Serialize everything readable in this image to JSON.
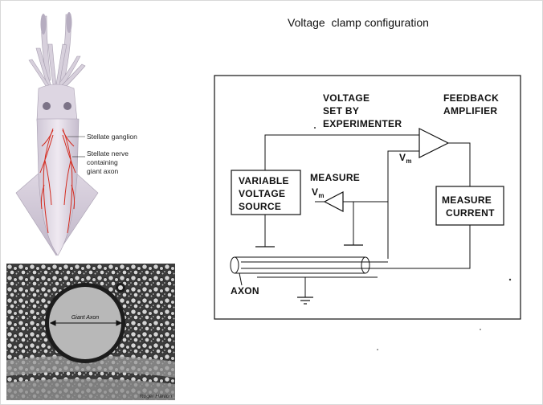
{
  "slide": {
    "title": "Voltage  clamp configuration"
  },
  "squid": {
    "labels": [
      "Stellate ganglion",
      "Stellate nerve",
      "containing",
      "giant axon"
    ]
  },
  "micrograph": {
    "axon_label": "Giant Axon",
    "credit": "Roger Hanlon"
  },
  "circuit": {
    "voltage_label": [
      "VOLTAGE",
      "SET BY",
      "EXPERIMENTER"
    ],
    "feedback_label": [
      "FEEDBACK",
      "AMPLIFIER"
    ],
    "variable_source_label": [
      "VARIABLE",
      "VOLTAGE",
      "SOURCE"
    ],
    "measure_vm_label": "MEASURE",
    "vm_main": "V",
    "vm_sub": "m",
    "measure_current_label": [
      "MEASURE",
      "CURRENT"
    ],
    "axon_label": "AXON"
  },
  "colors": {
    "nerve_red": "#d42a1e",
    "ink": "#111111"
  }
}
